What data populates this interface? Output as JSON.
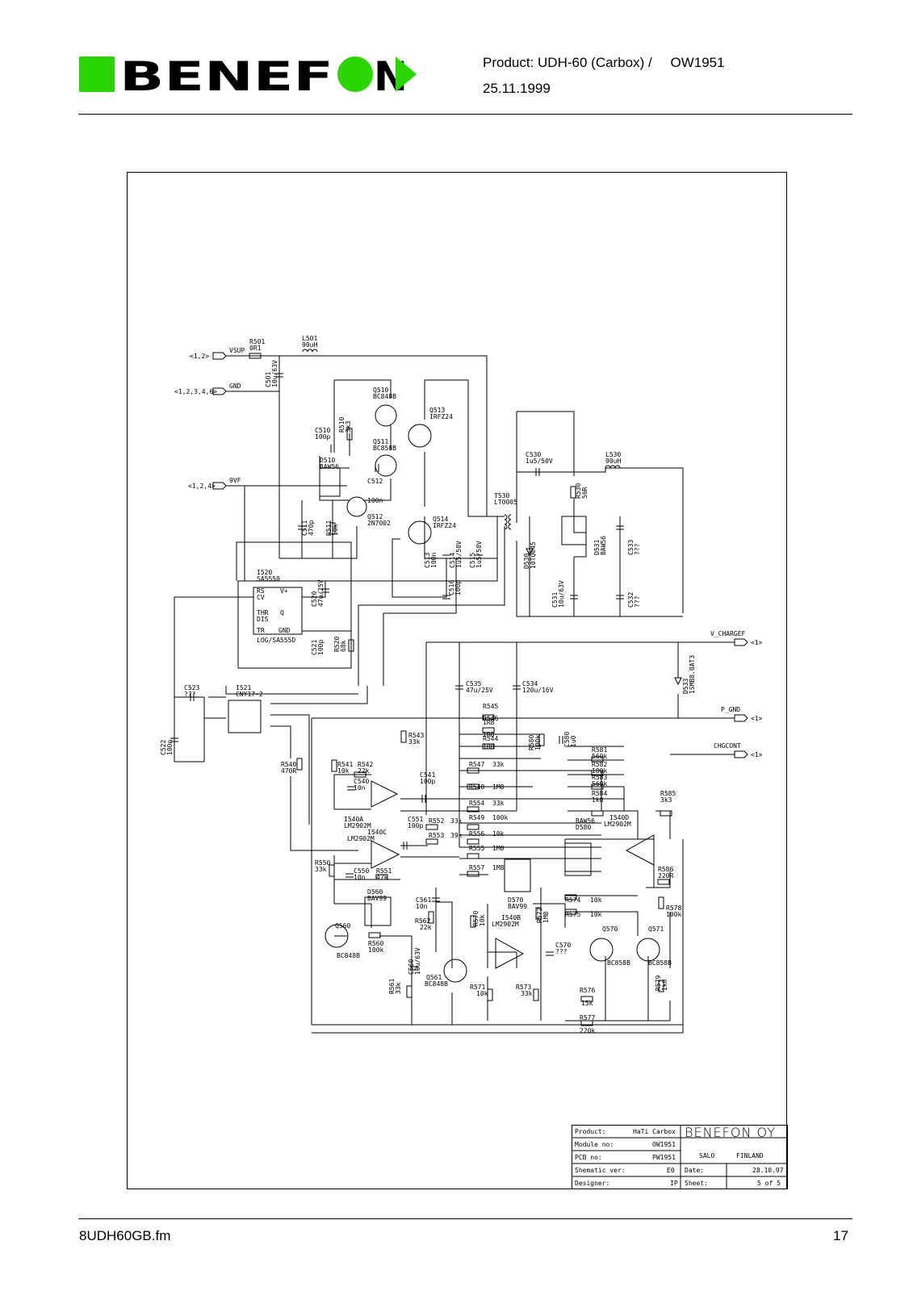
{
  "header": {
    "brand": "BENEFON",
    "product_line": "Product: UDH-60 (Carbox) /",
    "module_code": "OW1951",
    "date": "25.11.1999"
  },
  "footer": {
    "filename": "8UDH60GB.fm",
    "page_number": "17"
  },
  "colors": {
    "logo_green": "#2bd600",
    "line": "#000000"
  },
  "schematic": {
    "ports": {
      "vsup_ref": "<1,2>",
      "vsup": "VSUP",
      "gnd_ref": "<1,2,3,4,6>",
      "gnd": "GND",
      "vf_ref": "<1,2,4>",
      "vf": "9VF",
      "vcharge": "V_CHARGEF",
      "vcharge_ref": "<1>",
      "pgnd": "P_GND",
      "pgnd_ref": "<1>",
      "chgcont": "CHGCONT",
      "chgcont_ref": "<1>"
    },
    "labels": [
      "R501",
      "0R1",
      "L501",
      "90uH",
      "C501",
      "10u/63V",
      "Q510",
      "BC848B",
      "Q513",
      "IRFZ24",
      "C510",
      "100p",
      "R510",
      "3k3",
      "Q511",
      "BC858B",
      "D510",
      "BAW56",
      "C512",
      "100n",
      "Q512",
      "2N7002",
      "Q514",
      "IRFZ24",
      "C511",
      "470p",
      "R511",
      "10k",
      "C530",
      "1u5/50V",
      "L530",
      "90uH",
      "T530",
      "LT0005",
      "R530",
      "56R",
      "D531",
      "BAW56",
      "C533",
      "???",
      "C513",
      "100n",
      "C514",
      "1u5/50V",
      "C515",
      "1u5/50V",
      "D530",
      "10TQ045",
      "C531",
      "10u/63V",
      "C532",
      "???",
      "C516",
      "100p",
      "I520",
      "SA5550",
      "C520",
      "47u/25V",
      "LOG/SA555D",
      "C521",
      "100p",
      "R520",
      "68k",
      "C523",
      "???",
      "I521",
      "CNY17-2",
      "C522",
      "100n",
      "D533",
      "1SMB8.0AT3",
      "C535",
      "47u/25V",
      "C534",
      "120u/16V",
      "R545",
      "1R8",
      "R546",
      "1R8",
      "R544",
      "1R8",
      "R580",
      "100k",
      "C580",
      "1u0",
      "R581",
      "560k",
      "R582",
      "100k",
      "R583",
      "560k",
      "R584",
      "1k0",
      "R585",
      "3k3",
      "R543",
      "33k",
      "R540",
      "470R",
      "R541",
      "10k",
      "R542",
      "22k",
      "C540",
      "10n",
      "I540A",
      "LM2902M",
      "C541",
      "100p",
      "R547",
      "33k",
      "R548",
      "1M8",
      "R554",
      "33k",
      "C551",
      "100p",
      "R552",
      "33k",
      "R549",
      "100k",
      "I540C",
      "LM2902M",
      "R553",
      "39k",
      "R556",
      "10k",
      "R555",
      "1M0",
      "I540D",
      "LM2902M",
      "D580",
      "BAW56",
      "R550",
      "33k",
      "C550",
      "10n",
      "R551",
      "47k",
      "R557",
      "1M8",
      "R586",
      "220R",
      "D560",
      "BAV99",
      "C561",
      "10n",
      "R562",
      "22k",
      "D570",
      "BAV99",
      "R574",
      "10k",
      "R575",
      "10k",
      "R578",
      "100k",
      "Q560",
      "BC848B",
      "R560",
      "100k",
      "R570",
      "10k",
      "I540B",
      "LM2902M",
      "R572",
      "1M8",
      "Q570",
      "BC858B",
      "Q571",
      "BC858B",
      "C570",
      "???",
      "C560",
      "10u/63V",
      "Q561",
      "BC848B",
      "R561",
      "33k",
      "R571",
      "10k",
      "R573",
      "33k",
      "R576",
      "15k",
      "R579",
      "1k0",
      "R577",
      "220k"
    ],
    "pins_555": [
      "RS",
      "CV",
      "V+",
      "THR",
      "DIS",
      "Q",
      "TR",
      "GND"
    ],
    "title_block": {
      "product_label": "Product:",
      "product": "HaTi Carbox",
      "module_label": "Module no:",
      "module": "OW1951",
      "pcb_label": "PCB no:",
      "pcb": "PW1951",
      "schematic_label": "Shematic ver:",
      "schematic_ver": "E0",
      "designer_label": "Designer:",
      "designer": "IP",
      "company": "BENEFON OY",
      "city": "SALO",
      "country": "FINLAND",
      "date_label": "Date:",
      "date": "28.10.97",
      "sheet_label": "Sheet:",
      "sheet": "5 of 5"
    }
  }
}
